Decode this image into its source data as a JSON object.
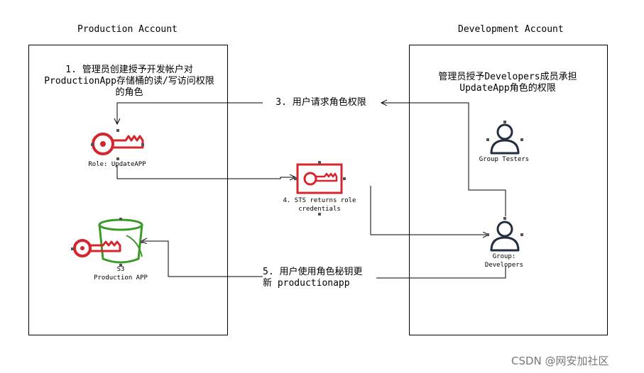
{
  "production": {
    "title": "Production Account"
  },
  "development": {
    "title": "Development Account"
  },
  "steps": {
    "step1_line1": "1. 管理员创建授予开发帐户对",
    "step1_line2": "ProductionApp存储桶的读/写访问权限",
    "step1_line3": "的角色",
    "admin_line1": "管理员授予Developers成员承担",
    "admin_line2": "UpdateApp角色的权限",
    "step3": "3. 用户请求角色权限",
    "step4_line1": "4. STS returns role",
    "step4_line2": "credentials",
    "step5_line1": "5. 用户使用角色秘钥更",
    "step5_line2": "新 productionapp"
  },
  "labels": {
    "role": "Role: UpdateAPP",
    "s3_line1": "S3",
    "s3_line2": "Production APP",
    "testers": "Group Testers",
    "developers_line1": "Group:",
    "developers_line2": "Developers"
  },
  "watermark": "CSDN @网安加社区",
  "colors": {
    "key_red": "#d5262e",
    "bucket_green": "#3a9a28",
    "user_navy": "#232f3e",
    "handle": "#555555"
  }
}
